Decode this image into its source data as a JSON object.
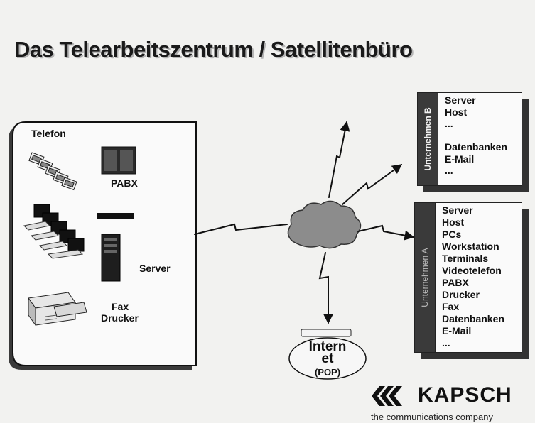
{
  "title": "Das Telearbeitszentrum / Satellitenbüro",
  "office": {
    "telefon_label": "Telefon",
    "pabx_label": "PABX",
    "server_label": "Server",
    "fax_label": "Fax",
    "drucker_label": "Drucker"
  },
  "company_b": {
    "side_label": "Unternehmen B",
    "items": [
      "Server",
      "Host",
      "...",
      "",
      "Datenbanken",
      "E-Mail",
      "..."
    ]
  },
  "company_a": {
    "side_label": "Unternehmen A",
    "items": [
      "Server",
      "Host",
      "PCs",
      "Workstation",
      "Terminals",
      "Videotelefon",
      "PABX",
      "Drucker",
      "Fax",
      "Datenbanken",
      "E-Mail",
      "..."
    ]
  },
  "internet": {
    "line1": "Intern",
    "line2": "et",
    "pop": "(POP)"
  },
  "brand": {
    "name": "KAPSCH",
    "tagline": "the communications company"
  }
}
